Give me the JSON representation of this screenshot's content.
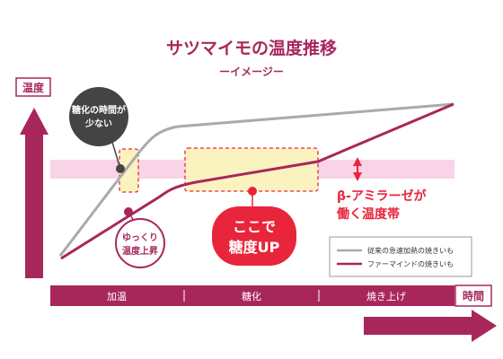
{
  "title": "サツマイモの温度推移",
  "subtitle": "ーイメージー",
  "axes": {
    "y_label": "温度",
    "x_label": "時間"
  },
  "phases": [
    "加温",
    "糖化",
    "焼き上げ"
  ],
  "callouts": {
    "gelatinization": [
      "糖化の時間が",
      "少ない"
    ],
    "slow_rise": [
      "ゆっくり",
      "温度上昇"
    ],
    "sugar_up": [
      "ここで",
      "糖度UP"
    ],
    "amylase": [
      "β-アミラーゼが",
      "働く温度帯"
    ]
  },
  "legend": {
    "items": [
      {
        "label": "従来の急速加熱の焼きいも",
        "color": "#aaaaaa"
      },
      {
        "label": "ファーマインドの焼きいも",
        "color": "#a8275b"
      }
    ]
  },
  "colors": {
    "brand": "#a8275b",
    "red": "#e8253a",
    "gray": "#aaaaaa",
    "dark_callout": "#444444",
    "band": "#f9d3e6",
    "highlight": "#fbf3bf"
  }
}
